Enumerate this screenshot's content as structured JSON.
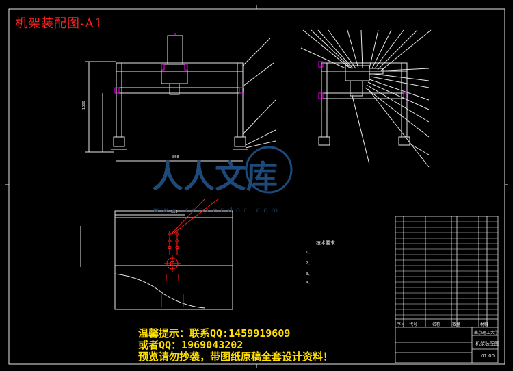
{
  "header": {
    "title": "机架装配图-A1"
  },
  "notice": {
    "line1": "温馨提示：联系QQ:1459919609",
    "line2": "或者QQ：1969043202",
    "line3": "预览请勿抄袭，带图纸原稿全套设计资料！"
  },
  "watermark": {
    "brand": "人人文库",
    "url": "www.renrendoc.com"
  },
  "tech_req": {
    "title": "技术要求",
    "items": [
      "1、",
      "2、",
      "3、",
      "4、"
    ]
  },
  "title_block": {
    "university": "南京理工大学",
    "drawing_name": "机架装配图",
    "code": "01.00",
    "col_no": "序号",
    "col_code": "代号",
    "col_name": "名称",
    "col_qty": "数量",
    "col_material": "材料"
  },
  "dimensions": {
    "overall_width": "858",
    "top_width": "380"
  },
  "colors": {
    "line": "#e8e8e8",
    "accent_red": "#ff2020",
    "accent_magenta": "#ff00ff",
    "notice": "#ffe000",
    "watermark": "#1d4a7a"
  }
}
